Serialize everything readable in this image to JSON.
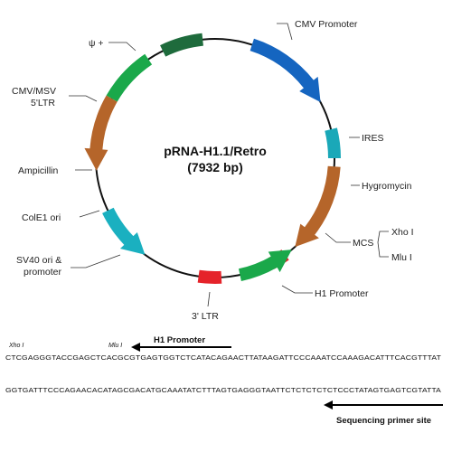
{
  "plasmid": {
    "name": "pRNA-H1.1/Retro",
    "size": "(7932 bp)"
  },
  "features": [
    {
      "key": "psi",
      "label": "ψ +",
      "color": "#1e6b3c"
    },
    {
      "key": "cmv_promoter",
      "label": "CMV Promoter",
      "color": "#1565c0"
    },
    {
      "key": "ires",
      "label": "IRES",
      "color": "#1aa8b8"
    },
    {
      "key": "hygromycin",
      "label": "Hygromycin",
      "color": "#b5652a"
    },
    {
      "key": "mcs",
      "label": "MCS",
      "color": "#e5232a"
    },
    {
      "key": "h1_promoter",
      "label": "H1 Promoter",
      "color": "#1aa84a"
    },
    {
      "key": "ltr3",
      "label": "3' LTR",
      "color": "#e5232a"
    },
    {
      "key": "sv40",
      "label_line1": "SV40 ori &",
      "label_line2": "promoter",
      "color": "#1ab0c0"
    },
    {
      "key": "cole1",
      "label": "ColE1 ori"
    },
    {
      "key": "ampicillin",
      "label": "Ampicillin",
      "color": "#b5652a"
    },
    {
      "key": "ltr5",
      "label_line1": "CMV/MSV",
      "label_line2": "5'LTR",
      "color": "#1aa84a"
    }
  ],
  "mcs_sites": [
    "Xho I",
    "Mlu I"
  ],
  "sequence": {
    "site_xho": "Xho I",
    "site_mlu": "Mlu I",
    "h1_arrow_label": "H1 Promoter",
    "line1": "CTCGAGGGTACCGAGCTCACGCGTGAGTGGTCTCATACAGAACTTATAAGATTCCCAAATCCAAAGACATTTCACGTTTAT",
    "line2": "GGTGATTTCCCAGAACACATAGCGACATGCAAATATCTTTAGTGAGGGTAATTCTCTCTCTCTCCCTATAGTGAGTCGTATTA",
    "primer_label": "Sequencing primer site"
  }
}
